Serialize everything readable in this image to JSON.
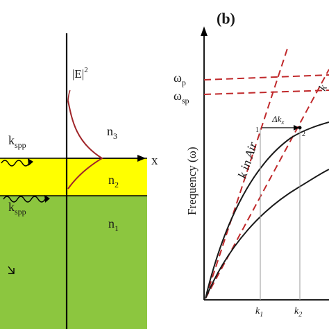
{
  "panel_b": {
    "label": "(b)",
    "y_axis_label": "Frequency (ω)",
    "omega_p": "ω",
    "omega_p_sub": "p",
    "omega_sp": "ω",
    "omega_sp_sub": "sp",
    "light_line_label": "k in Air",
    "light_line_label_right": "k",
    "delta_k": "Δk",
    "delta_k_sub": "x",
    "point_1": "1",
    "point_2": "2",
    "k1": "k",
    "k1_sub": "1",
    "k2": "k",
    "k2_sub": "2"
  },
  "panel_a": {
    "field_label": "|E|",
    "field_sup": "2",
    "x_axis": "x",
    "n3": "n",
    "n3_sub": "3",
    "n2": "n",
    "n2_sub": "2",
    "n1": "n",
    "n1_sub": "1",
    "kspp_top": "k",
    "kspp_top_sub": "spp",
    "kspp_bottom": "k",
    "kspp_bottom_sub": "spp"
  },
  "colors": {
    "layer_yellow": "#ffff00",
    "substrate_green": "#8cc63f",
    "field_curve": "#a0262a",
    "dashed_red": "#c0292b",
    "black": "#000000"
  }
}
